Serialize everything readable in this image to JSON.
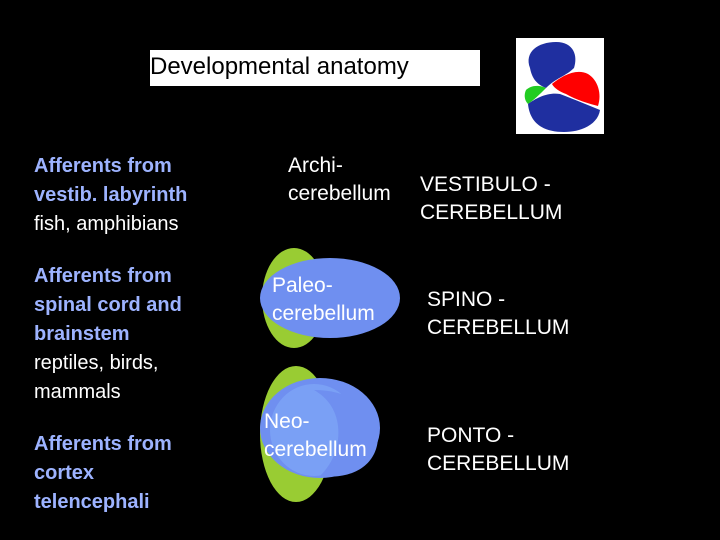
{
  "title": "Developmental anatomy",
  "rows": [
    {
      "afferent_lines": [
        "Afferents from",
        "vestib. labyrinth"
      ],
      "species_lines": [
        "fish, amphibians"
      ],
      "region_lines": [
        "Archi-",
        "cerebellum"
      ],
      "term_lines": [
        "VESTIBULO -",
        "CEREBELLUM"
      ]
    },
    {
      "afferent_lines": [
        "Afferents from",
        "spinal cord and",
        "brainstem"
      ],
      "species_lines": [
        "reptiles, birds,",
        "mammals"
      ],
      "region_lines": [
        "Paleo-",
        "cerebellum"
      ],
      "term_lines": [
        "SPINO -",
        "CEREBELLUM"
      ]
    },
    {
      "afferent_lines": [
        "Afferents from",
        "cortex",
        "telencephali"
      ],
      "species_lines": [],
      "region_lines": [
        "Neo-",
        "cerebellum"
      ],
      "term_lines": [
        "PONTO -",
        "CEREBELLUM"
      ]
    }
  ],
  "colors": {
    "background": "#000000",
    "afferent_text": "#9db3ff",
    "archi_green": "#99cc33",
    "neo_blue": "#6f8ff0",
    "thumb_blue": "#1f2fa0",
    "thumb_red": "#ff0000",
    "thumb_green": "#22cc22"
  },
  "icons": {
    "thumbnail": "cerebellum-diagram-icon"
  }
}
